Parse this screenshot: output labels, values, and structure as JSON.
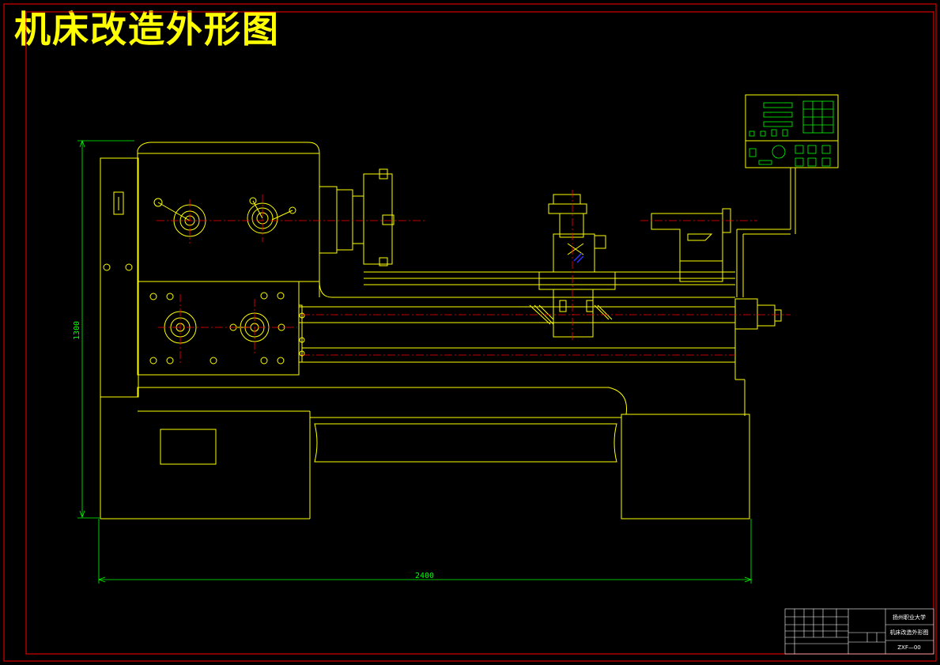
{
  "drawing": {
    "title": "机床改造外形图",
    "dim_height": "1300",
    "dim_width": "2400"
  },
  "title_block": {
    "school": "扬州职业大学",
    "drawing_name": "机床改造外形图",
    "drawing_number": "ZXF—00"
  },
  "colors": {
    "background": "#000000",
    "outline": "#ffff00",
    "border": "#ff0000",
    "dimension": "#00ff00",
    "centerline": "#ff0000",
    "hatch": "#3333ff",
    "white": "#ffffff"
  }
}
